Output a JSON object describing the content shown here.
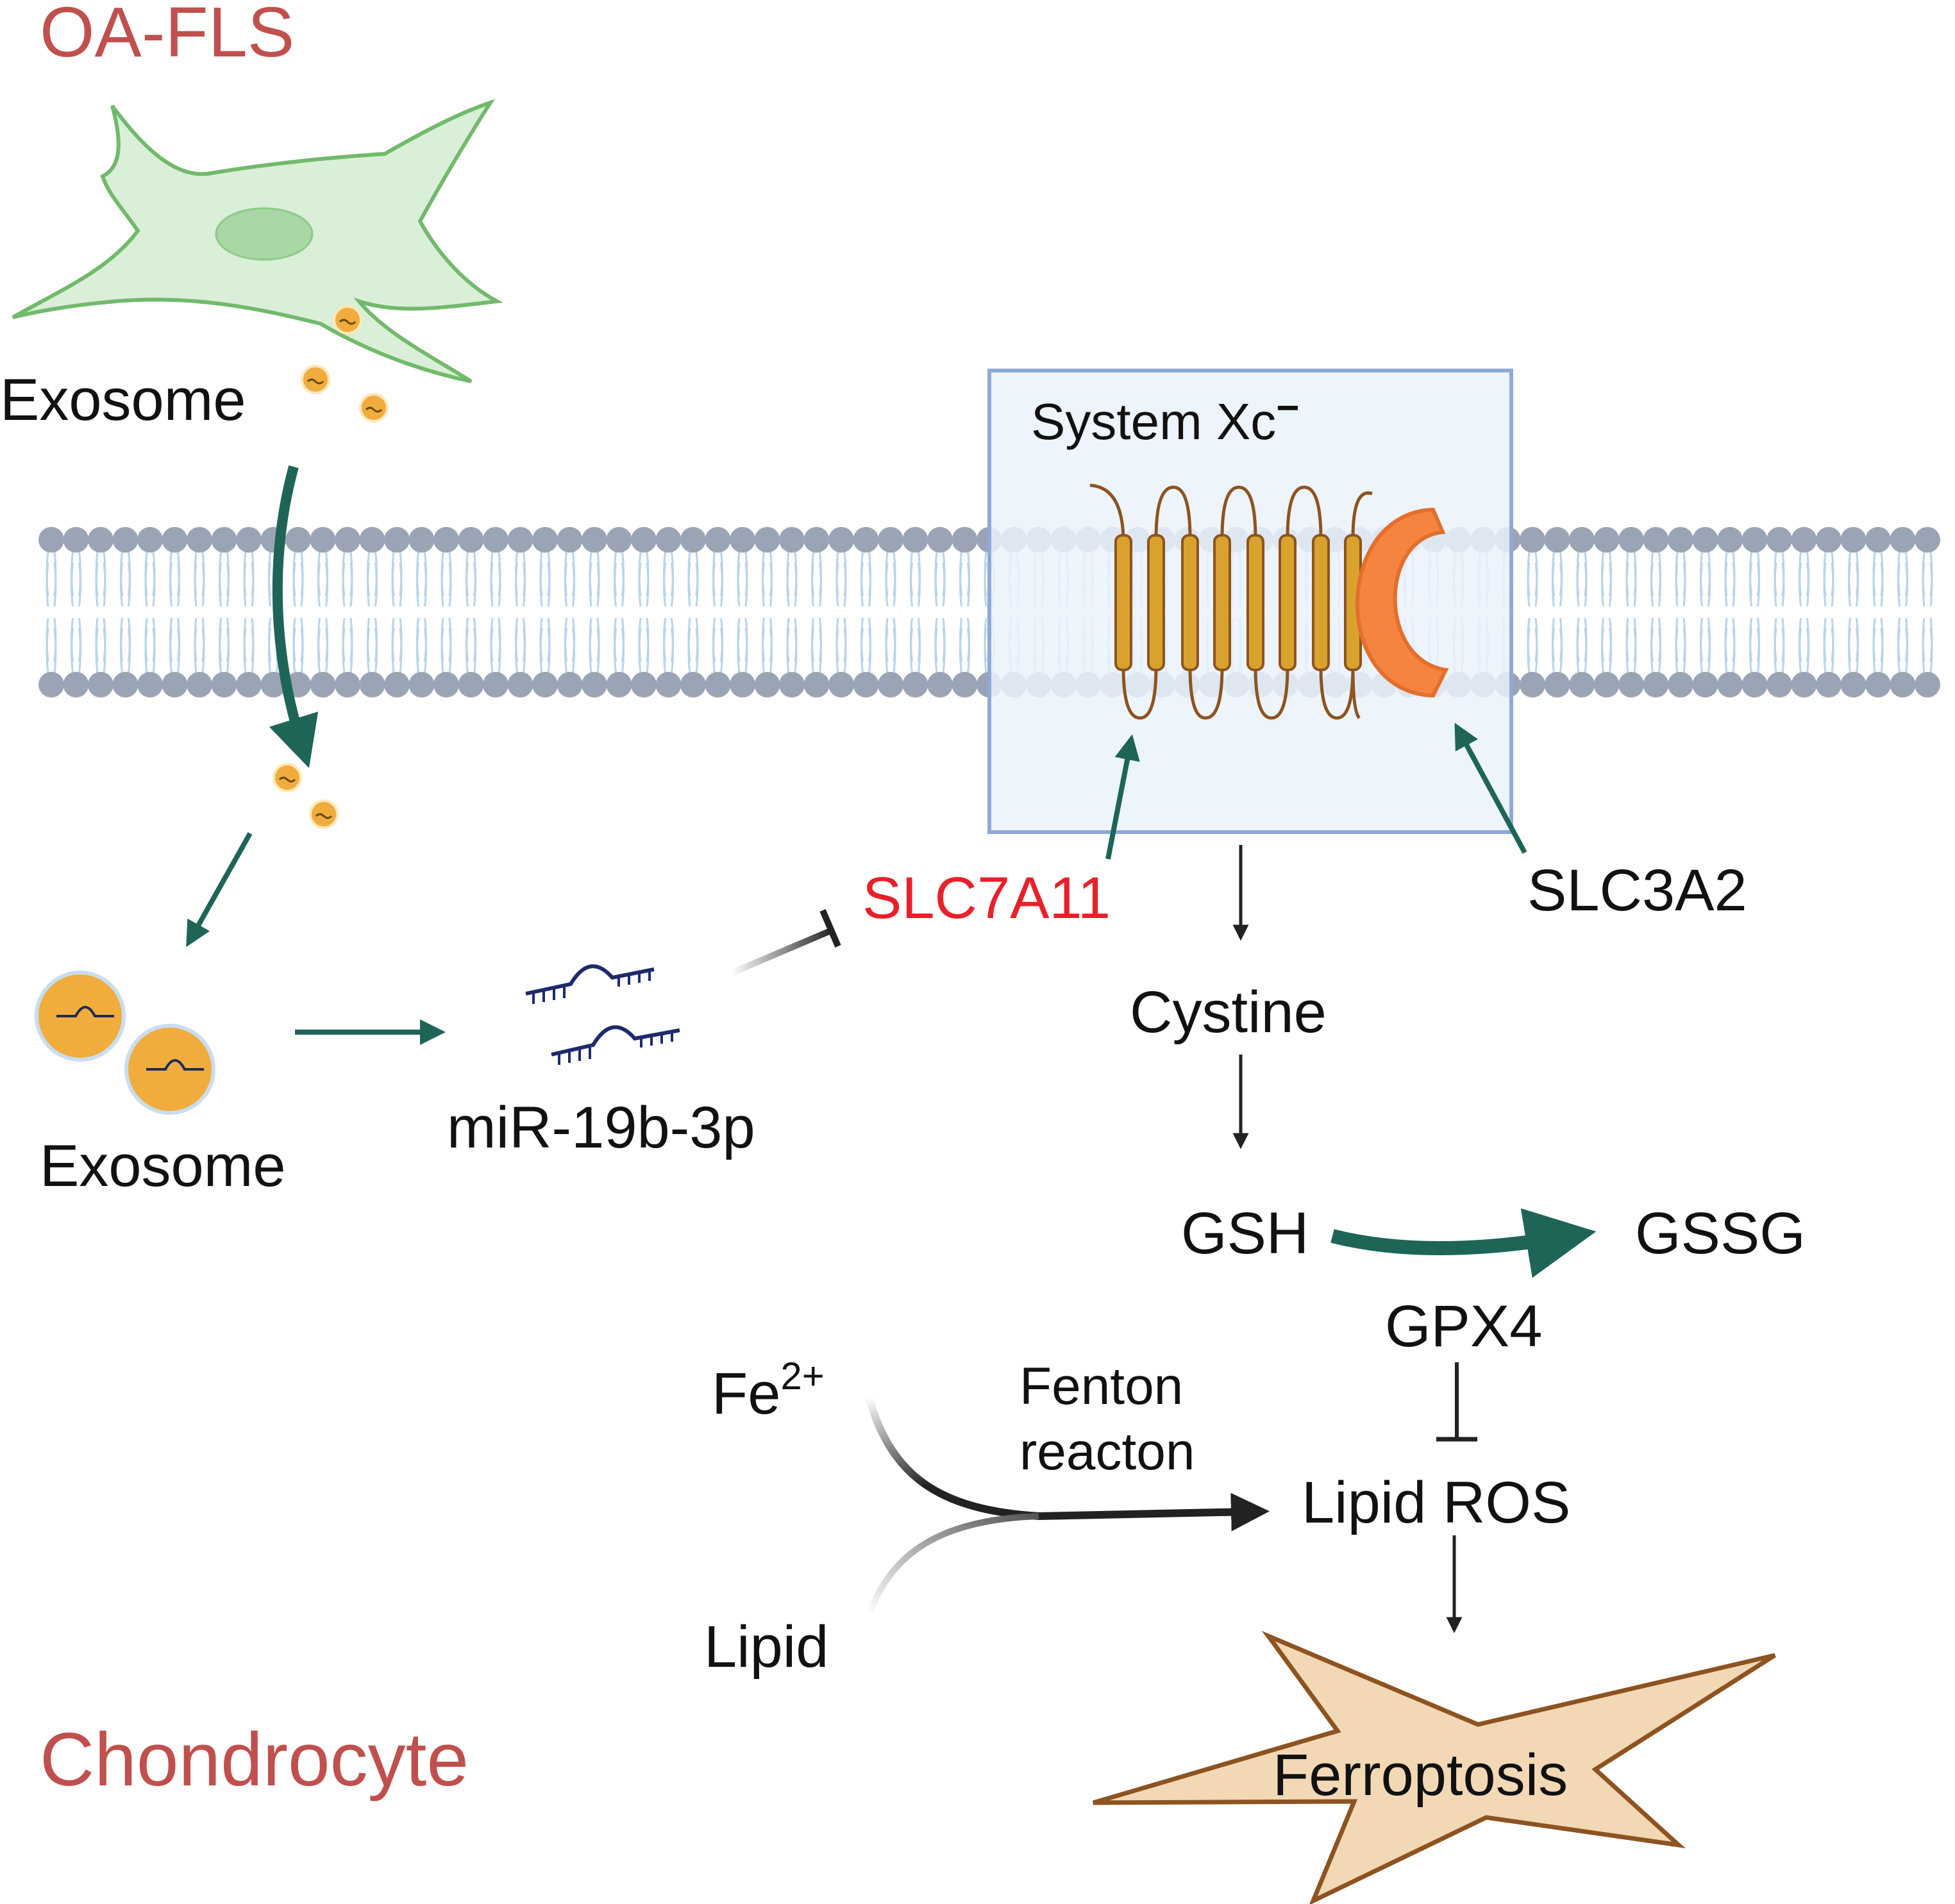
{
  "labels": {
    "donor_cell": "OA-FLS",
    "exosome_top": "Exosome",
    "exosome_bottom": "Exosome",
    "mirna": "miR-19b-3p",
    "system_xc": "System Xc",
    "system_xc_superscript": "−",
    "slc7a11": "SLC7A11",
    "slc3a2": "SLC3A2",
    "cystine": "Cystine",
    "gsh": "GSH",
    "gssg": "GSSG",
    "gpx4": "GPX4",
    "fe": "Fe",
    "fe_superscript": "2+",
    "fenton_line1": "Fenton",
    "fenton_line2": "reacton",
    "lipid": "Lipid",
    "lipid_ros": "Lipid ROS",
    "recipient_cell": "Chondrocyte",
    "outcome": "Ferroptosis"
  },
  "colors": {
    "cell_title": "#c0504d",
    "slc7a11": "#e8202a",
    "teal_arrow": "#1e6558",
    "fibroblast_fill": "#d9efd7",
    "fibroblast_stroke": "#72b96c",
    "exosome": "#f0ad3d",
    "membrane_head": "#9aa4b5",
    "membrane_tail": "#b9d3ec",
    "system_box_fill": "#eaf2fb",
    "system_box_stroke": "#8fa9d8",
    "transporter": "#d9a22e",
    "slc3a2_protein": "#f5843f",
    "ferroptosis_fill": "#f3d8b6",
    "ferroptosis_stroke": "#8d5320"
  },
  "icons": [
    "fibroblast-cell",
    "exosome-vesicle",
    "lipid-bilayer",
    "mirna-strand",
    "transporter-protein",
    "ferroptosis-burst"
  ]
}
